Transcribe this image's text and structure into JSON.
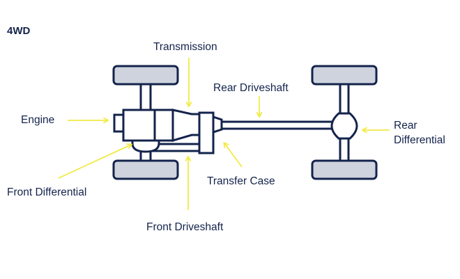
{
  "title": "4WD",
  "labels": {
    "transmission": "Transmission",
    "rear_driveshaft": "Rear Driveshaft",
    "engine": "Engine",
    "rear_differential_line1": "Rear",
    "rear_differential_line2": "Differential",
    "transfer_case": "Transfer Case",
    "front_differential": "Front Differential",
    "front_driveshaft": "Front Driveshaft"
  },
  "colors": {
    "outline": "#13234b",
    "wheel_fill": "#cfd3de",
    "arrow": "#f2ea45"
  }
}
